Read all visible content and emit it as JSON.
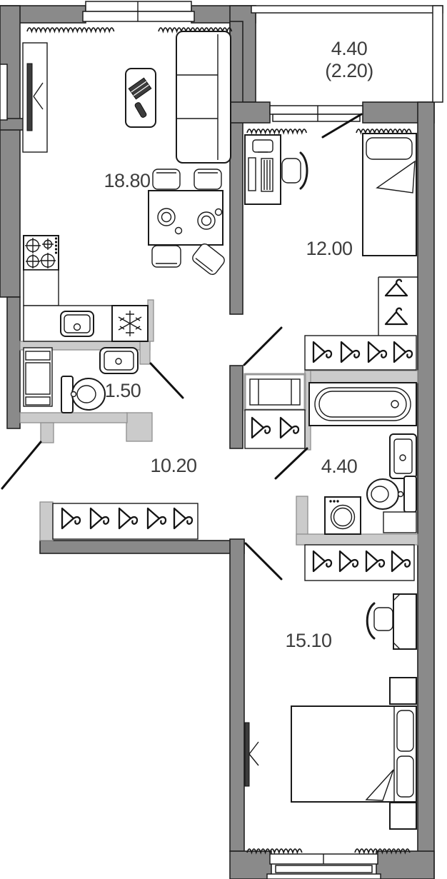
{
  "plan": {
    "type": "apartment-floor-plan",
    "rooms": {
      "balcony": {
        "area": "4.40",
        "area_reduced": "(2.20)"
      },
      "living_kitchen": {
        "area": "18.80"
      },
      "bedroom_1": {
        "area": "12.00"
      },
      "wc": {
        "area": "1.50"
      },
      "hallway": {
        "area": "10.20"
      },
      "bathroom": {
        "area": "4.40"
      },
      "bedroom_2": {
        "area": "15.10"
      }
    },
    "colors": {
      "outer_wall": "#8a8a8a",
      "partition_wall": "#cbcbcb",
      "line": "#1a1a1a",
      "label_text": "#3d3d3d",
      "floor": "#ffffff"
    },
    "icons": {
      "hanger_icon": "coat-hanger-on-rod",
      "flat_hanger_icon": "clothes-hanger-top-view",
      "snowflake_icon": "fridge-snowflake",
      "radiator_icon": "zigzag-heater",
      "bathtub_icon": "bathtub",
      "toilet_icon": "toilet",
      "sink_icon": "wash-basin",
      "washing_machine_icon": "washing-machine",
      "stove_icon": "4-burner-hob",
      "tv_icon": "wall-tv"
    }
  }
}
